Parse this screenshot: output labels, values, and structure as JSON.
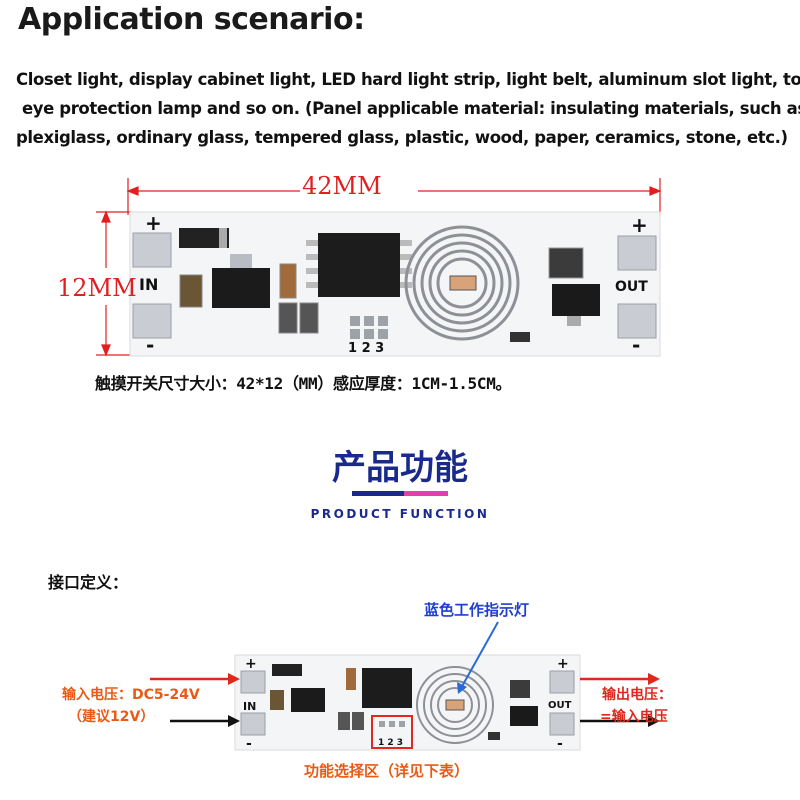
{
  "header": {
    "title": "Application scenario:"
  },
  "description": {
    "line1": "Closet light, display cabinet light, LED hard light strip, light belt, aluminum slot light, touch",
    "line2": "eye protection lamp and so on. (Panel applicable material: insulating materials, such as",
    "line3": "plexiglass, ordinary glass, tempered glass, plastic, wood, paper, ceramics, stone, etc.)"
  },
  "board1": {
    "width_label": "42MM",
    "height_label": "12MM",
    "plus_left": "+",
    "minus_left": "-",
    "in_label": "IN",
    "plus_right": "+",
    "minus_right": "-",
    "out_label": "OUT",
    "jumper_numbers": "1 2 3",
    "size_note": "触摸开关尺寸大小：42*12（MM）感应厚度：1CM-1.5CM。"
  },
  "product_function": {
    "title": "产品功能",
    "subtitle": "PRODUCT FUNCTION",
    "colors": {
      "title": "#1a2a8c",
      "bar_left": "#1a2a8c",
      "bar_right": "#e23fb1"
    }
  },
  "interface": {
    "heading": "接口定义：",
    "indicator_label": "蓝色工作指示灯",
    "input_voltage": "输入电压：DC5-24V",
    "input_suggest": "（建议12V）",
    "output_voltage": "输出电压：",
    "output_equal": "=输入电压",
    "function_select": "功能选择区（详见下表）",
    "board2": {
      "plus_left": "+",
      "minus_left": "-",
      "in_label": "IN",
      "plus_right": "+",
      "minus_right": "-",
      "out_label": "OUT",
      "jumper_numbers": "1 2 3"
    }
  }
}
